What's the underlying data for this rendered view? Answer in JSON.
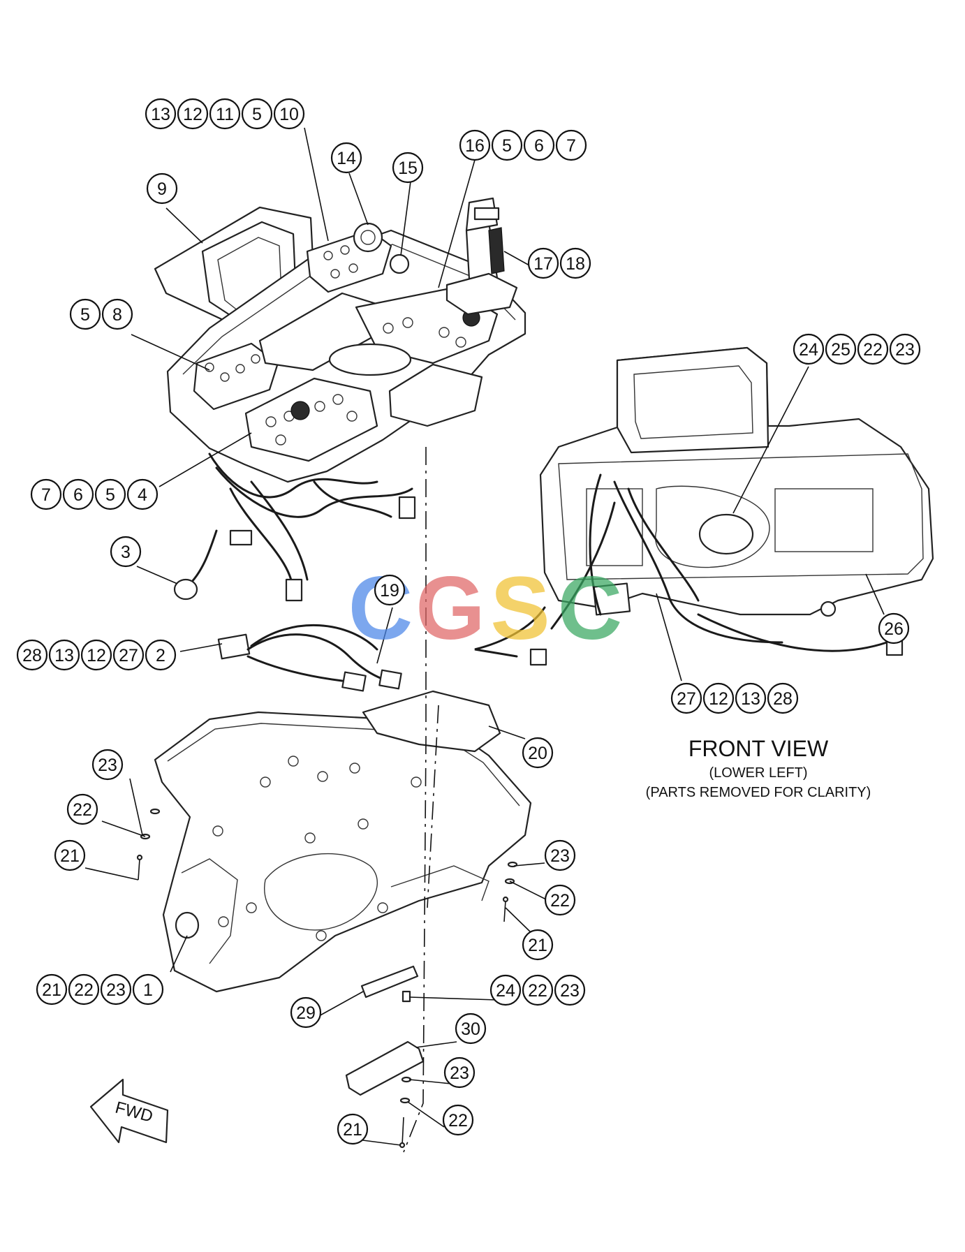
{
  "view_caption": {
    "title": "FRONT VIEW",
    "line1": "(LOWER LEFT)",
    "line2": "(PARTS REMOVED FOR CLARITY)"
  },
  "direction_arrow": {
    "label": "FWD"
  },
  "watermark": {
    "text": "CGSC",
    "colors": [
      "#4a86e8",
      "#e06666",
      "#f1c232",
      "#38a761"
    ]
  },
  "callout_groups": [
    {
      "id": "top-left-group",
      "numbers": [
        "13",
        "12",
        "11",
        "5",
        "10"
      ]
    },
    {
      "id": "part-9",
      "numbers": [
        "9"
      ]
    },
    {
      "id": "part-14",
      "numbers": [
        "14"
      ]
    },
    {
      "id": "part-15",
      "numbers": [
        "15"
      ]
    },
    {
      "id": "joystick-group",
      "numbers": [
        "16",
        "5",
        "6",
        "7"
      ]
    },
    {
      "id": "grip-group",
      "numbers": [
        "17",
        "18"
      ]
    },
    {
      "id": "left-panel-group",
      "numbers": [
        "5",
        "8"
      ]
    },
    {
      "id": "right-view-group",
      "numbers": [
        "24",
        "25",
        "22",
        "23"
      ]
    },
    {
      "id": "lower-panel-group",
      "numbers": [
        "7",
        "6",
        "5",
        "4"
      ]
    },
    {
      "id": "part-3",
      "numbers": [
        "3"
      ]
    },
    {
      "id": "part-19",
      "numbers": [
        "19"
      ]
    },
    {
      "id": "harness-group",
      "numbers": [
        "28",
        "13",
        "12",
        "27",
        "2"
      ]
    },
    {
      "id": "part-26",
      "numbers": [
        "26"
      ]
    },
    {
      "id": "right-harness-group",
      "numbers": [
        "27",
        "12",
        "13",
        "28"
      ]
    },
    {
      "id": "part-20",
      "numbers": [
        "20"
      ]
    },
    {
      "id": "left-23",
      "numbers": [
        "23"
      ]
    },
    {
      "id": "left-22",
      "numbers": [
        "22"
      ]
    },
    {
      "id": "left-21",
      "numbers": [
        "21"
      ]
    },
    {
      "id": "right-23",
      "numbers": [
        "23"
      ]
    },
    {
      "id": "right-22",
      "numbers": [
        "22"
      ]
    },
    {
      "id": "right-21",
      "numbers": [
        "21"
      ]
    },
    {
      "id": "base-group",
      "numbers": [
        "21",
        "22",
        "23",
        "1"
      ]
    },
    {
      "id": "stud-group",
      "numbers": [
        "24",
        "22",
        "23"
      ]
    },
    {
      "id": "part-29",
      "numbers": [
        "29"
      ]
    },
    {
      "id": "part-30",
      "numbers": [
        "30"
      ]
    },
    {
      "id": "bottom-23",
      "numbers": [
        "23"
      ]
    },
    {
      "id": "bottom-22",
      "numbers": [
        "22"
      ]
    },
    {
      "id": "bottom-21",
      "numbers": [
        "21"
      ]
    }
  ]
}
